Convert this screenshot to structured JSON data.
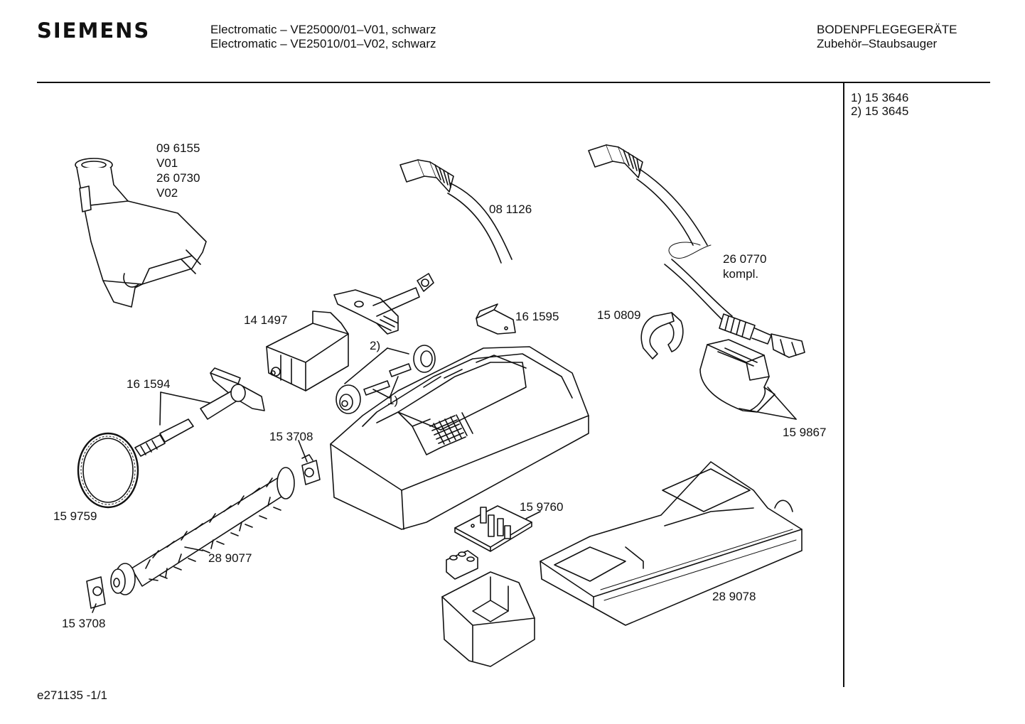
{
  "header": {
    "brand": "SIEMENS",
    "model_line_1": "Electromatic – VE25000/01–V01, schwarz",
    "model_line_2": "Electromatic – VE25010/01–V02, schwarz",
    "category": "BODENPFLEGEGERÄTE",
    "subcategory": "Zubehör–Staubsauger"
  },
  "side_notes": {
    "note_1": "1) 15 3646",
    "note_2": "2) 15 3645"
  },
  "parts": {
    "p096155": "09 6155",
    "v01": "V01",
    "p260730": "26 0730",
    "v02": "V02",
    "p081126": "08 1126",
    "p260770": "26 0770",
    "kompl": "kompl.",
    "p141497": "14 1497",
    "p161595": "16 1595",
    "p150809": "15 0809",
    "mark2": "2)",
    "mark1": "1)",
    "p161594": "16 1594",
    "p159867": "15 9867",
    "p153708a": "15 3708",
    "p159759": "15 9759",
    "p159760": "15 9760",
    "p289077": "28 9077",
    "p289078": "28 9078",
    "p153708b": "15 3708"
  },
  "footer": {
    "doc_id": "e271135 -1/1"
  }
}
